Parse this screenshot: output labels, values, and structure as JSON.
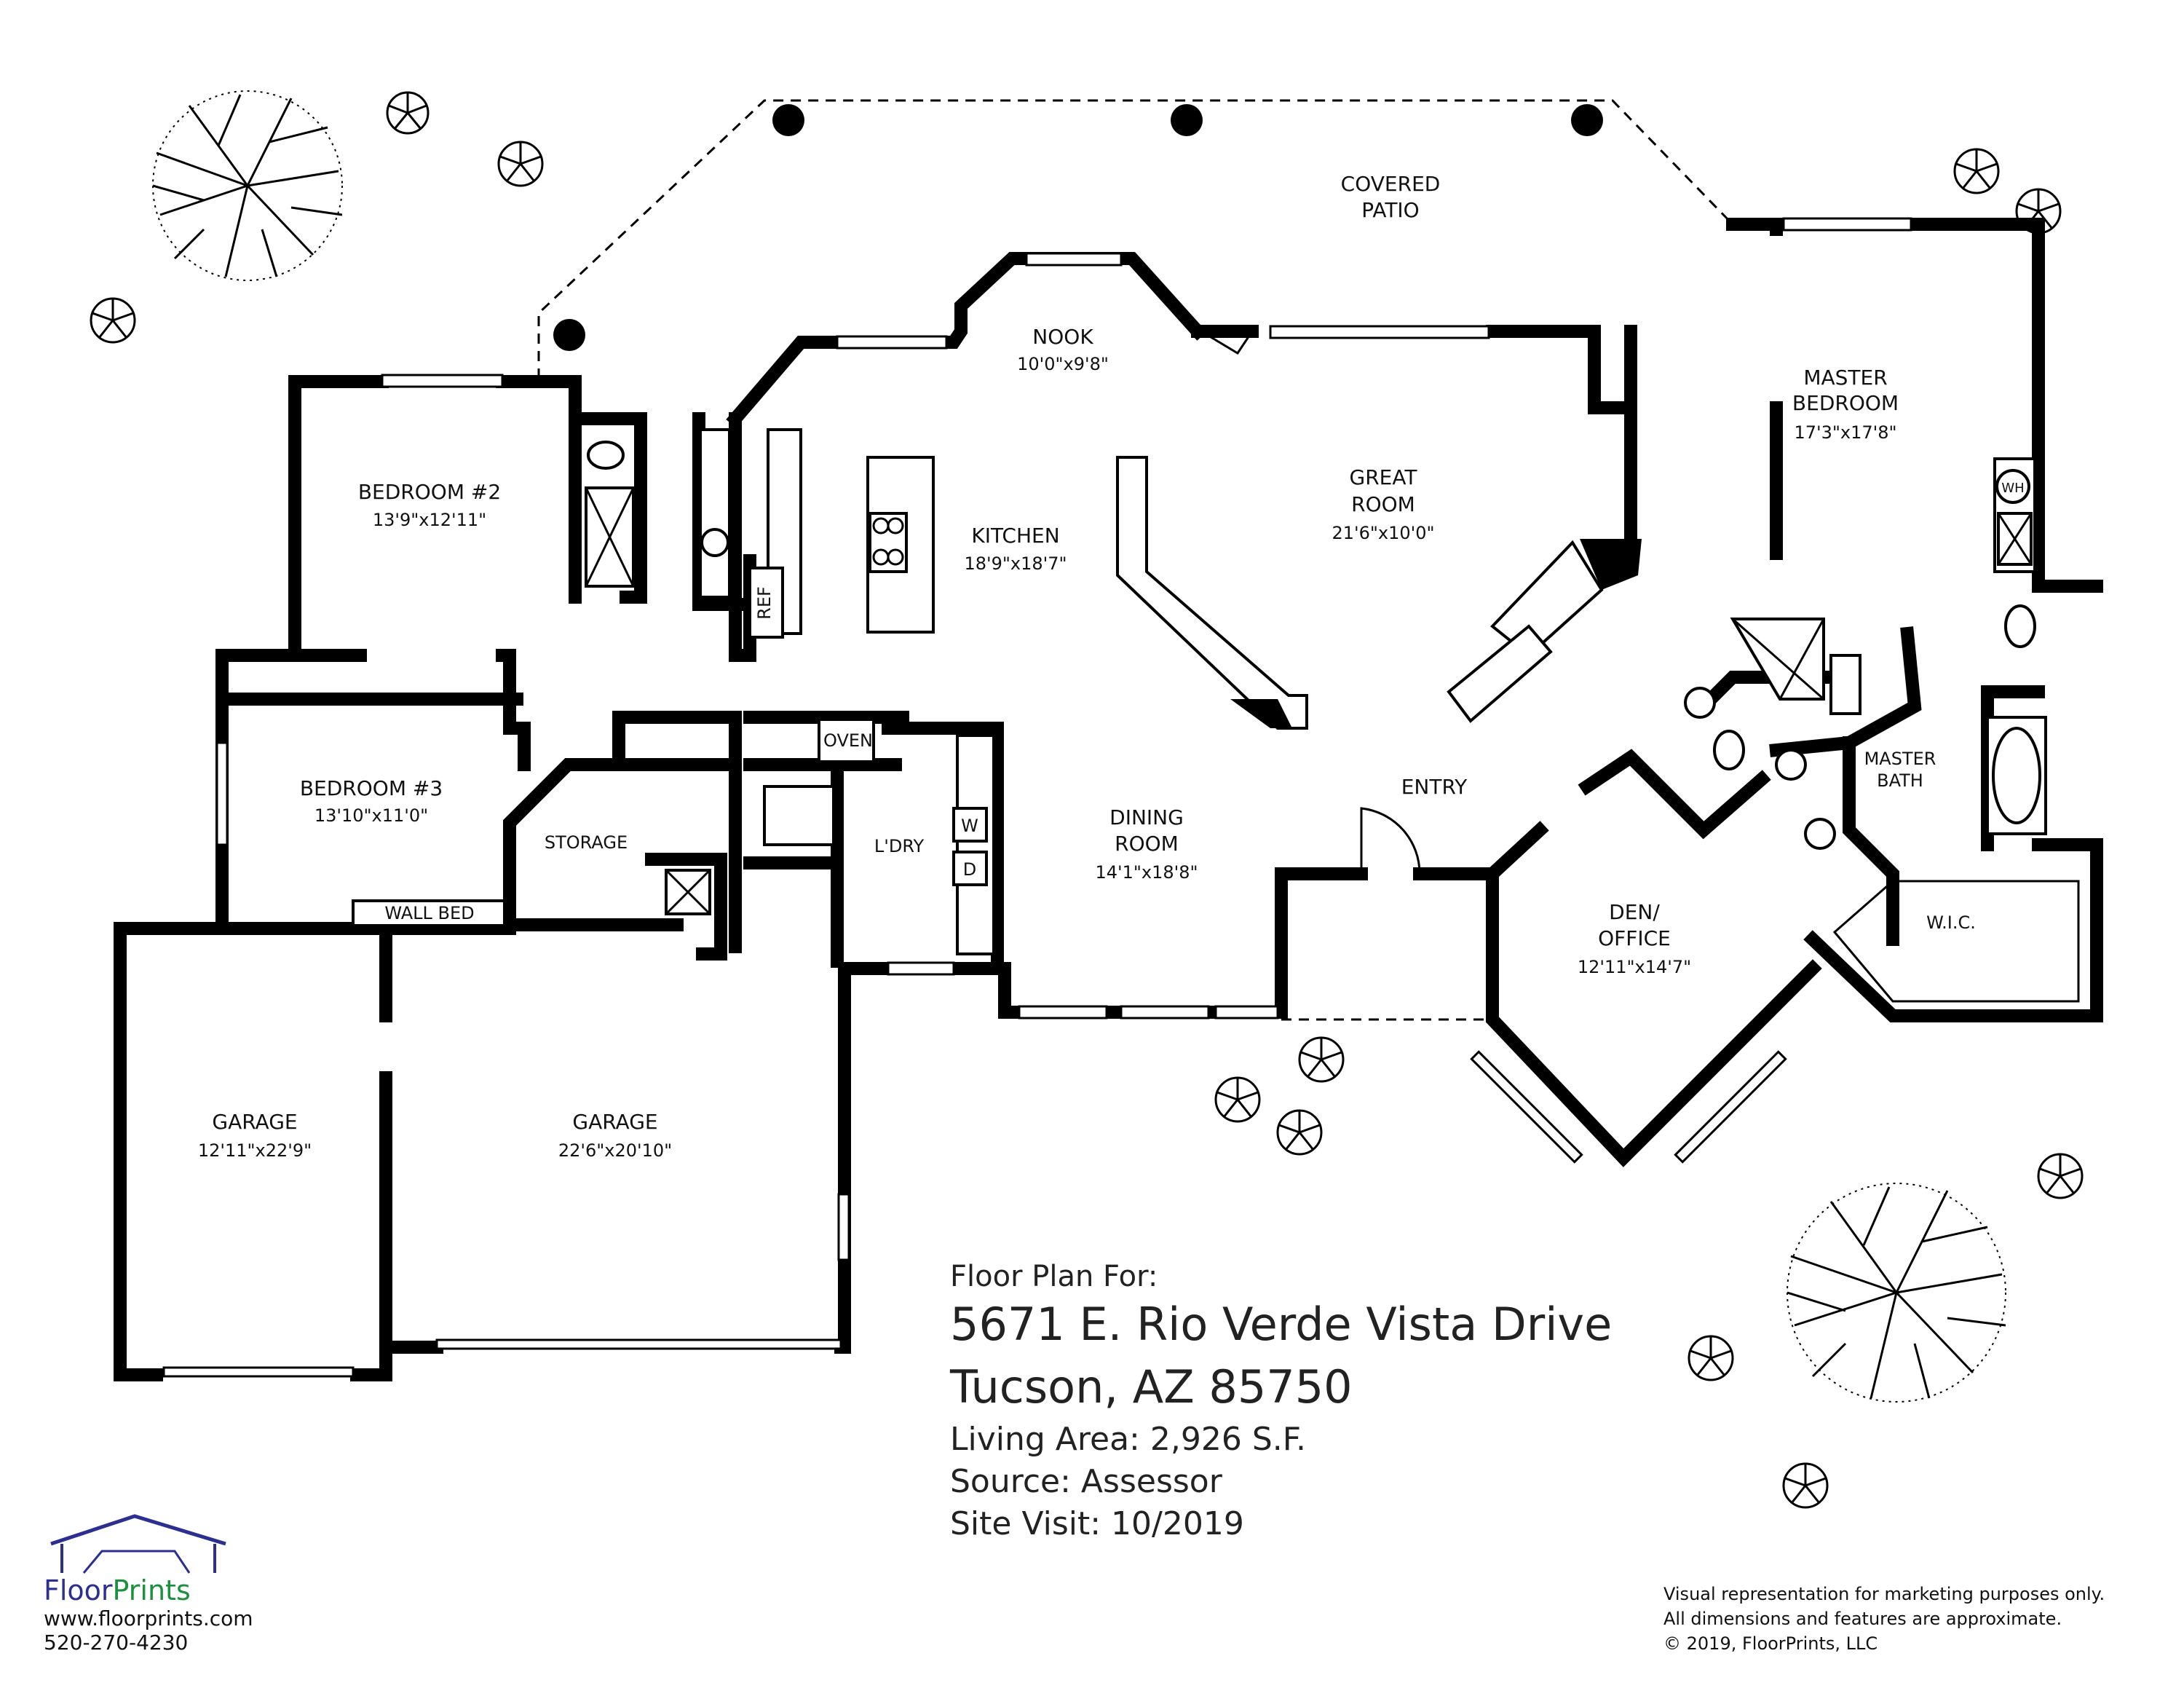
{
  "rooms": {
    "covered_patio": {
      "line1": "COVERED",
      "line2": "PATIO"
    },
    "nook": {
      "name": "NOOK",
      "dims": "10'0\"x9'8\""
    },
    "master_bedroom": {
      "line1": "MASTER",
      "line2": "BEDROOM",
      "dims": "17'3\"x17'8\""
    },
    "bedroom2": {
      "name": "BEDROOM #2",
      "dims": "13'9\"x12'11\""
    },
    "kitchen": {
      "name": "KITCHEN",
      "dims": "18'9\"x18'7\""
    },
    "great_room": {
      "line1": "GREAT",
      "line2": "ROOM",
      "dims": "21'6\"x10'0\""
    },
    "bedroom3": {
      "name": "BEDROOM #3",
      "dims": "13'10\"x11'0\""
    },
    "storage": {
      "name": "STORAGE"
    },
    "laundry": {
      "name": "L'DRY"
    },
    "dining": {
      "line1": "DINING",
      "line2": "ROOM",
      "dims": "14'1\"x18'8\""
    },
    "entry": {
      "name": "ENTRY"
    },
    "den": {
      "line1": "DEN/",
      "line2": "OFFICE",
      "dims": "12'11\"x14'7\""
    },
    "master_bath": {
      "line1": "MASTER",
      "line2": "BATH"
    },
    "wic": {
      "name": "W.I.C."
    },
    "garage1": {
      "name": "GARAGE",
      "dims": "12'11\"x22'9\""
    },
    "garage2": {
      "name": "GARAGE",
      "dims": "22'6\"x20'10\""
    }
  },
  "fixtures": {
    "ref": "REF",
    "oven": "OVEN",
    "wall_bed": "WALL BED",
    "wh": "WH",
    "washer": "W",
    "dryer": "D"
  },
  "info": {
    "label": "Floor Plan For:",
    "address1": "5671 E. Rio Verde Vista Drive",
    "address2": "Tucson, AZ  85750",
    "living_area": "Living Area:  2,926 S.F.",
    "source": "Source:  Assessor",
    "site_visit": "Site Visit:  10/2019"
  },
  "logo": {
    "brand_a": "Floor",
    "brand_b": "Prints",
    "website": "www.floorprints.com",
    "phone": "520-270-4230"
  },
  "disclaimer": {
    "line1": "Visual representation for marketing purposes only.",
    "line2": "All dimensions and features are approximate.",
    "line3": "© 2019, FloorPrints, LLC"
  },
  "colors": {
    "brand_green": "#1d8f3e",
    "brand_blue": "#2c2f8f"
  }
}
